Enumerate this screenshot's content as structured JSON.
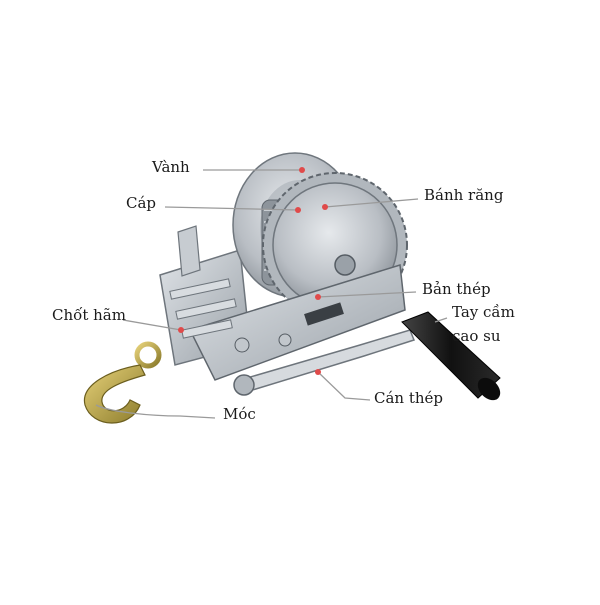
{
  "labels": {
    "vanh": "Vành",
    "cap": "Cáp",
    "banh_rang": "Bánh răng",
    "ban_thep": "Bản thép",
    "tay_cam_line1": "Tay cầm",
    "tay_cam_line2": "cao su",
    "chot_ham": "Chốt hãm",
    "can_thep": "Cán thép",
    "moc": "Móc"
  },
  "colors": {
    "leader_line": "#9a9a9a",
    "leader_dot": "#e04a4a",
    "steel": "#c9ced3",
    "hook": "#b8a44a",
    "handle_grip": "#1a1a1a"
  }
}
